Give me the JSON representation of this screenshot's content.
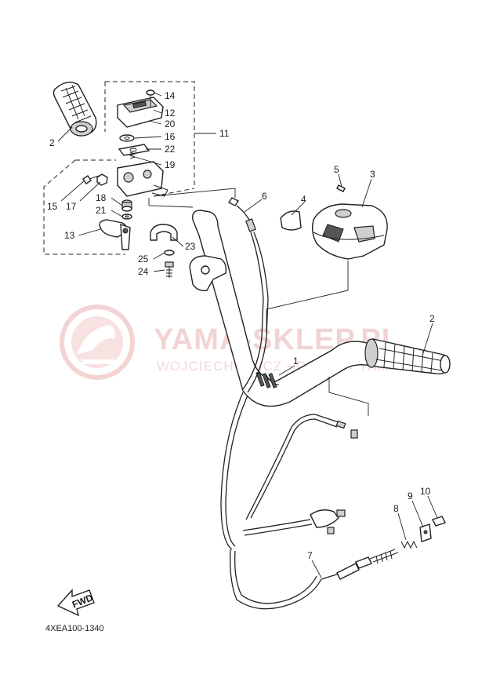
{
  "diagram": {
    "code": "4XEA100-1340",
    "fwd_label": "FWD",
    "watermark": {
      "main": "YAMA-SKLEP.PL",
      "sub": "WOJCIECHOWICZ - DEALER YAMAHA"
    },
    "part_labels": {
      "p1": "1",
      "p2a": "2",
      "p2b": "2",
      "p3": "3",
      "p4": "4",
      "p5": "5",
      "p6": "6",
      "p7": "7",
      "p8": "8",
      "p9": "9",
      "p10": "10",
      "p11": "11",
      "p12": "12",
      "p13": "13",
      "p14": "14",
      "p15": "15",
      "p16": "16",
      "p17": "17",
      "p18": "18",
      "p19": "19",
      "p20": "20",
      "p21": "21",
      "p22": "22",
      "p23": "23",
      "p24": "24",
      "p25": "25"
    },
    "colors": {
      "line": "#222222",
      "watermark": "#e8b0b0"
    }
  }
}
